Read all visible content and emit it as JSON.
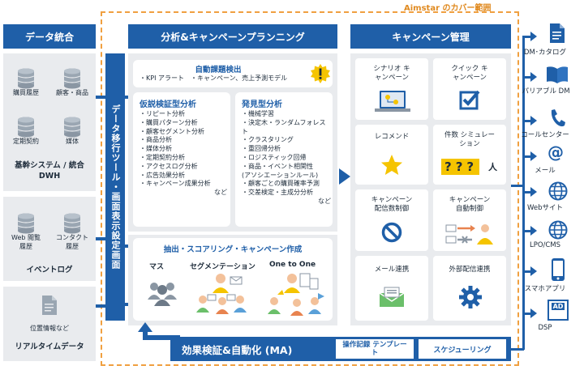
{
  "coverage_label": "Aimstar のカバー範囲",
  "left": {
    "header": "データ統合",
    "core": {
      "items": [
        "購買履歴",
        "顧客・商品",
        "定期契約",
        "媒体"
      ],
      "title": "基幹システム / 統合 DWH"
    },
    "event": {
      "items": [
        "Web 閲覧 履歴",
        "コンタクト 履歴"
      ],
      "title": "イベントログ"
    },
    "realtime": {
      "items": [
        "位置情報など"
      ],
      "title": "リアルタイムデータ"
    }
  },
  "tool_label": "データ移行ツール・画面表示設定画面",
  "middle": {
    "header": "分析&キャンペーンプランニング",
    "auto": {
      "title": "自動課題検出",
      "text": "・KPI アラート　・キャンペーン、売上予測モデル"
    },
    "hypo": {
      "title": "仮説検証型分析",
      "items": [
        "・リピート分析",
        "・購買パターン分析",
        "・顧客セグメント分析",
        "・商品分析",
        "・媒体分析",
        "・定期契約分析",
        "・アクセスログ分析",
        "・広告効果分析",
        "・キャンペーン成果分析",
        "など"
      ]
    },
    "discovery": {
      "title": "発見型分析",
      "items": [
        "・機械学習",
        "・決定木・ランダムフォレスト",
        "・クラスタリング",
        "・重回帰分析",
        "・ロジスティック回帰",
        "・商品・イベント相関性",
        "(アソシエーションルール)",
        "・顧客ごとの購買確率予測",
        "・交差検定・主成分分析",
        "など"
      ]
    },
    "extraction": {
      "title": "抽出・スコアリング・キャンペーン作成",
      "labels": [
        "マス",
        "セグメンテーション",
        "One to One"
      ]
    }
  },
  "campaign": {
    "header": "キャンペーン管理",
    "cards": [
      {
        "label": "シナリオ キャンペーン"
      },
      {
        "label": "クイック キャンペーン"
      },
      {
        "label": "レコメンド"
      },
      {
        "label": "件数 シミュレーション"
      },
      {
        "label": "キャンペーン 配信数制御"
      },
      {
        "label": "キャンペーン 自動制御"
      },
      {
        "label": "メール連携"
      },
      {
        "label": "外部配信連携"
      }
    ],
    "sim_marks": "???",
    "sim_person": "人"
  },
  "bottom": {
    "main": "効果検証&自動化 (MA)",
    "template": "操作記録 テンプレート",
    "schedule": "スケジューリング"
  },
  "channels": [
    {
      "label": "DM･カタログ",
      "icon": "catalog-icon"
    },
    {
      "label": "パリアブル DM",
      "icon": "book-icon"
    },
    {
      "label": "コールセンター",
      "icon": "phone-icon"
    },
    {
      "label": "メール",
      "icon": "at-icon"
    },
    {
      "label": "Webサイト",
      "icon": "globe-icon"
    },
    {
      "label": "LPO/CMS",
      "icon": "globe-icon"
    },
    {
      "label": "スマホアプリ",
      "icon": "smartphone-icon"
    },
    {
      "label": "DSP",
      "icon": "ad-icon",
      "badge": "AD"
    }
  ],
  "colors": {
    "primary": "#1f5fa8",
    "accent": "#f0a040",
    "panel": "#e9ebee",
    "title_blue": "#1f5fa8",
    "yellow": "#f5c400"
  }
}
